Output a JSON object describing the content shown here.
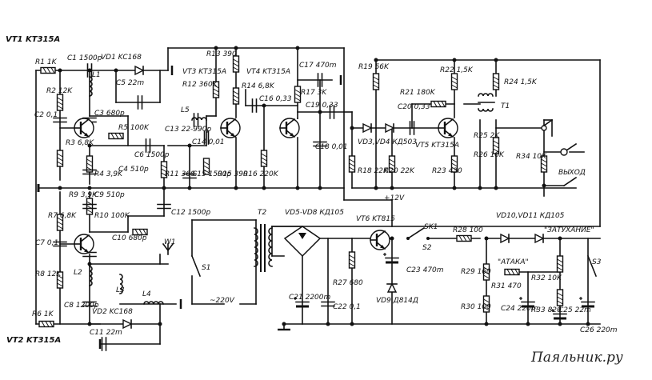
{
  "watermark": "Паяльник.ру",
  "labels": {
    "vt1": "VT1 KT315A",
    "vt2": "VT2 KT315A",
    "r1": "R1 1K",
    "c1": "C1 1500p",
    "vd1": "VD1 KC168",
    "c5": "C5 22m",
    "l1": "L1",
    "r2": "R2 12K",
    "c2": "C2 0,1",
    "r3": "R3 6,8K",
    "r4": "R4 3,9K",
    "c3": "C3 680p",
    "r5": "R5 100K",
    "c6": "C6 1500p",
    "c4": "C4 510p",
    "r13": "R13 390",
    "vt3": "VT3 KT315A",
    "r12": "R12 360K",
    "vt4": "VT4 KT315A",
    "r14": "R14 6,8K",
    "l5": "L5",
    "c13": "C13 22-990p",
    "c14": "C14 0,01",
    "r11": "R11 360",
    "c15": "C15 1500p",
    "r15": "R15 390",
    "r16": "R16 220K",
    "c16": "C16 0,33",
    "r17": "R17 3K",
    "c17": "C17 470m",
    "c19": "C19 0,33",
    "c18": "C18 0,01",
    "r19": "R19 56K",
    "vd3_vd4": "VD3,VD4 КД503",
    "r18": "R18 22K",
    "r20": "R20 22K",
    "r21": "R21 180K",
    "c20": "C20 0,33",
    "vt5": "VT5 KT315A",
    "r23": "R23 430",
    "r22": "R22 1,5K",
    "r24": "R24 1,5K",
    "t1": "T1",
    "r25": "R25 2K",
    "r26": "R26 10K",
    "r34": "R34 10K",
    "output": "ВЫХОД",
    "supply": "+12V",
    "r9": "R9 3,9K",
    "c9": "C9 510p",
    "r10": "R10 100K",
    "r7": "R7 6,8K",
    "c7": "C7 0,1",
    "c10": "C10 680p",
    "c12": "C12 1500p",
    "r8": "R8 12K",
    "l2": "L2",
    "l3": "L3",
    "l4": "L4",
    "c8": "C8 1200p",
    "vd2": "VD2 KC168",
    "r6": "R6 1K",
    "c11": "C11 22m",
    "w1": "W1",
    "s1": "S1",
    "mains": "~220V",
    "t2": "T2",
    "vd5_vd8": "VD5-VD8 КД105",
    "c21": "C21 2200m",
    "c22": "C22 0,1",
    "r27": "R27 680",
    "vt6": "VT6 KT815",
    "vd9": "VD9 Д814Д",
    "c23": "C23 470m",
    "sk1": "SK1",
    "s2": "S2",
    "r28": "R28 100",
    "r29": "R29 160",
    "r30": "R30 100",
    "attack": "\"АТАКА\"",
    "r31": "R31 470",
    "c24": "C24 220m",
    "r32": "R32 10K",
    "r33": "R33 820",
    "c25": "C25 22m",
    "vd10_vd11": "VD10,VD11 КД105",
    "decay": "\"ЗАТУХАНИЕ\"",
    "s3": "S3",
    "c26": "C26 220m"
  }
}
